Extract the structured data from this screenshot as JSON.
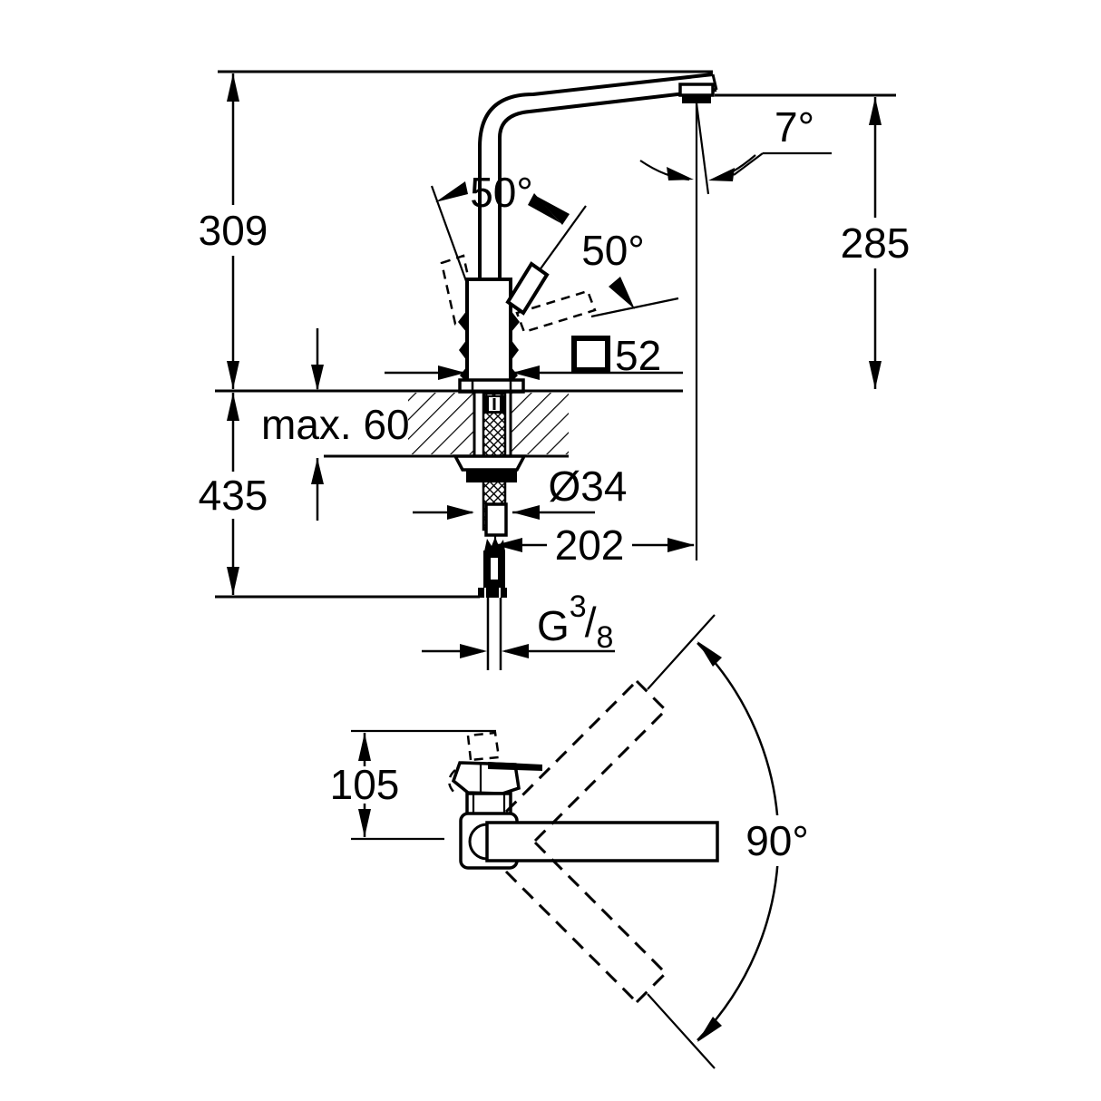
{
  "colors": {
    "ink": "#000000",
    "paper": "#ffffff"
  },
  "diagram": {
    "type": "technical-drawing",
    "subject": "single-lever kitchen faucet installation dimensions, side elevation and plan view"
  },
  "labels": {
    "height_to_spout_top": "309",
    "handle_angle_left": "50°",
    "handle_angle_right": "50°",
    "spout_tilt_angle": "7°",
    "outlet_height": "285",
    "body_square_size": "52",
    "counter_max_thickness": "max. 60",
    "below_counter_depth": "435",
    "shank_diameter": "Ø34",
    "spout_reach": "202",
    "thread_g": "G",
    "thread_sup": "3",
    "thread_slash": "/",
    "thread_sub": "8",
    "plan_offset": "105",
    "swivel_angle": "90°"
  }
}
